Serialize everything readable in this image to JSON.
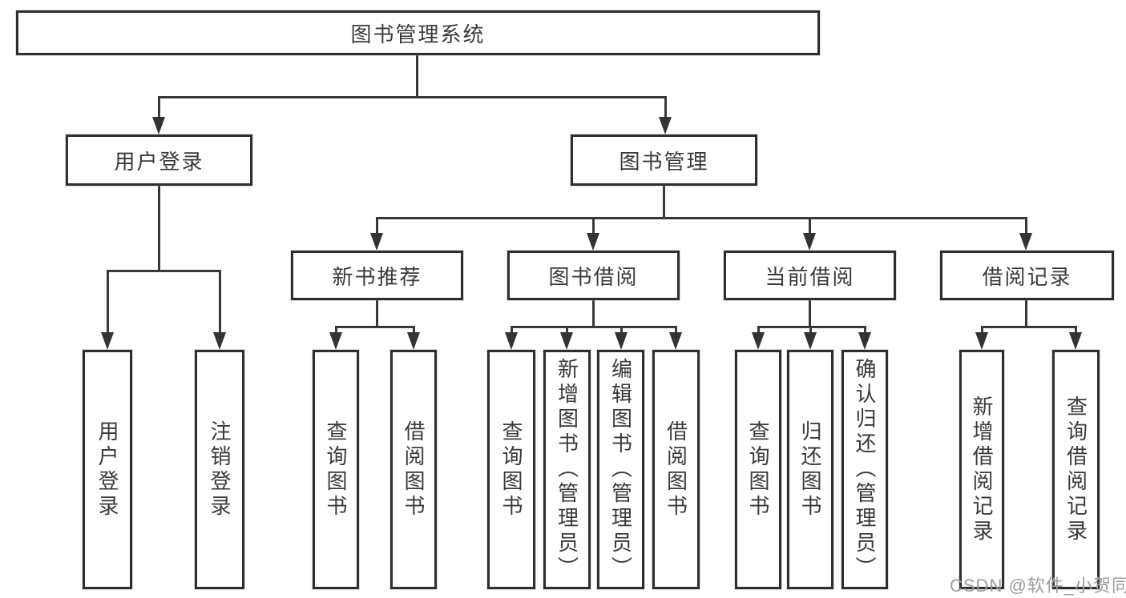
{
  "diagram": {
    "root": {
      "label": "图书管理系统"
    },
    "level2": [
      {
        "label": "用户登录"
      },
      {
        "label": "图书管理"
      }
    ],
    "level3": [
      {
        "label": "新书推荐"
      },
      {
        "label": "图书借阅"
      },
      {
        "label": "当前借阅"
      },
      {
        "label": "借阅记录"
      }
    ],
    "leaves": {
      "user_login": [
        {
          "label": "用户登录"
        },
        {
          "label": "注销登录"
        }
      ],
      "new_book": [
        {
          "label": "查询图书"
        },
        {
          "label": "借阅图书"
        }
      ],
      "borrow": [
        {
          "label": "查询图书"
        },
        {
          "label": "新增图书（管理员）"
        },
        {
          "label": "编辑图书（管理员）"
        },
        {
          "label": "借阅图书"
        }
      ],
      "current": [
        {
          "label": "查询图书"
        },
        {
          "label": "归还图书"
        },
        {
          "label": "确认归还（管理员）"
        }
      ],
      "records": [
        {
          "label": "新增借阅记录"
        },
        {
          "label": "查询借阅记录"
        }
      ]
    },
    "watermark": "CSDN @软件_小贺同学"
  }
}
